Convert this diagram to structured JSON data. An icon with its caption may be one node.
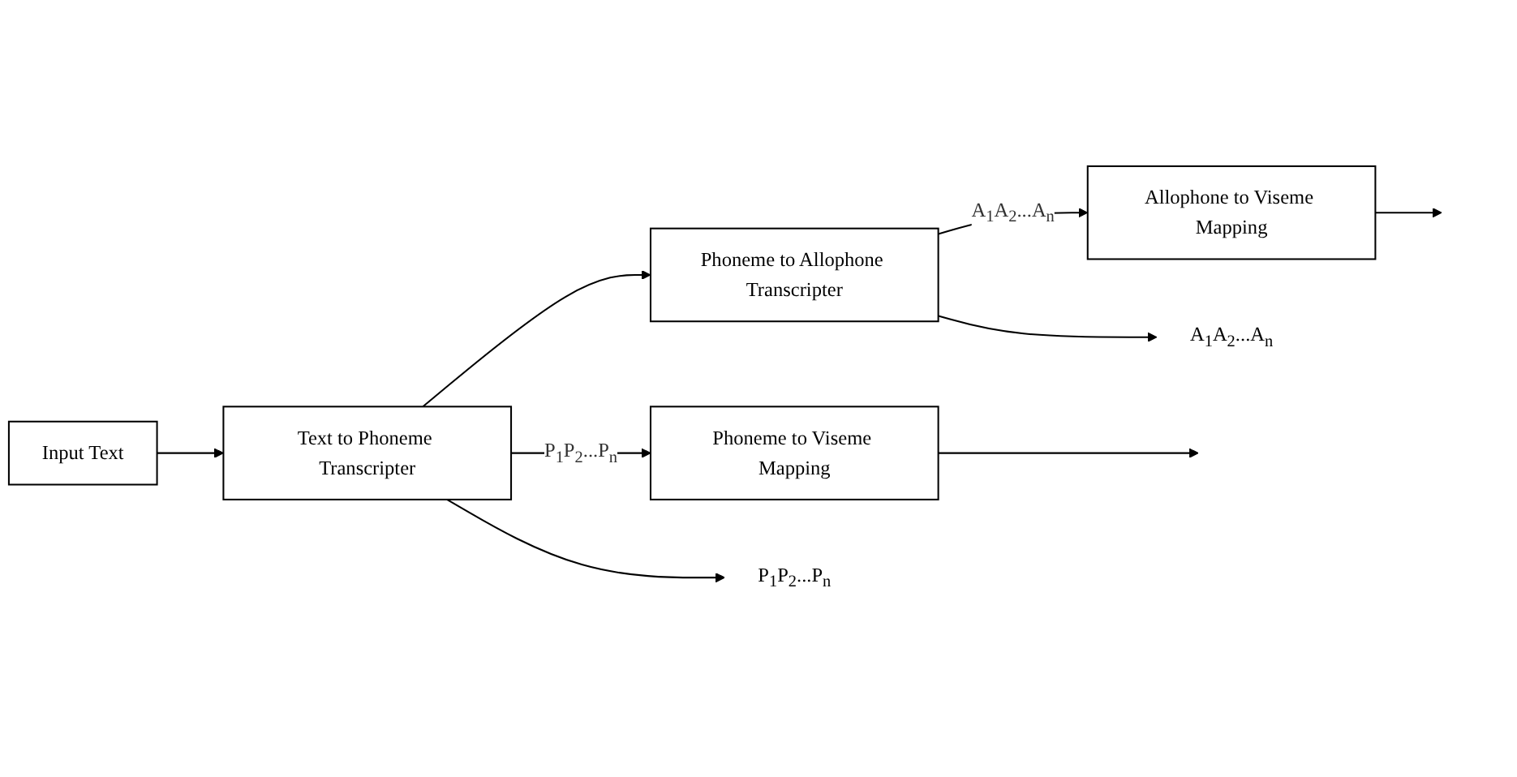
{
  "diagram": {
    "nodes": [
      {
        "text": [
          "Input Text"
        ]
      },
      {
        "text": [
          "Text to Phoneme Transcripter"
        ]
      },
      {
        "text": [
          "Phoneme to Allophone Transcripter"
        ]
      },
      {
        "text": [
          "Phoneme to Viseme Mapping"
        ]
      },
      {
        "text": [
          "Allophone to Viseme Mapping"
        ]
      },
      {
        "text": [
          "P$_{1}$P$_{2}$...P$_{n}$"
        ]
      },
      {
        "text": [
          "A$_{1}$A$_{2}$...A$_{n}$"
        ]
      }
    ],
    "edges": [
      {
        "from": 0,
        "to": 1,
        "arrow": "to"
      },
      {
        "from": 1,
        "to": 2,
        "arrow": "to"
      },
      {
        "from": 1,
        "to": 5,
        "arrow": "to"
      },
      {
        "from": 2,
        "to": 6,
        "arrow": "to"
      },
      {
        "from": 1,
        "to": 3,
        "arrow": "to",
        "label": "P$_{1}$P$_{2}$...P$_{n}$"
      },
      {
        "from": 2,
        "to": 4,
        "arrow": "to",
        "label": "A$_{1}$A$_{2}$...A$_{n}$"
      },
      {
        "from": 3,
        "to": null,
        "arrow": "to"
      },
      {
        "from": 4,
        "to": null,
        "arrow": "to"
      }
    ]
  }
}
